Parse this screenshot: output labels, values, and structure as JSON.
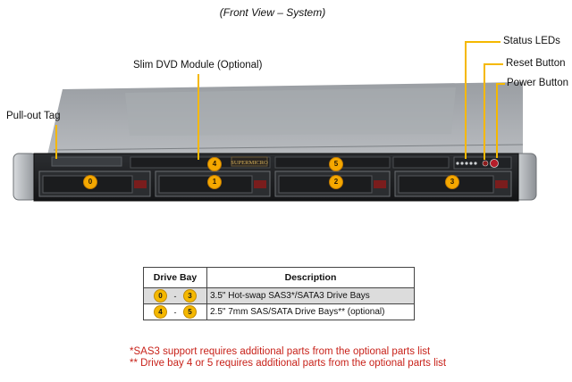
{
  "caption": "(Front View – System)",
  "callouts": {
    "status_leds": "Status LEDs",
    "reset_button": "Reset Button",
    "power_button": "Power Button",
    "slim_dvd": "Slim DVD Module (Optional)",
    "pullout_tag": "Pull-out Tag"
  },
  "server": {
    "brand": "SUPERMICRO",
    "bays": [
      "0",
      "1",
      "2",
      "3",
      "4",
      "5"
    ]
  },
  "legend": {
    "headers": [
      "Drive Bay",
      "Description"
    ],
    "rows": [
      {
        "from": "0",
        "sep": "-",
        "to": "3",
        "description": "3.5\" Hot-swap SAS3*/SATA3 Drive  Bays"
      },
      {
        "from": "4",
        "sep": "-",
        "to": "5",
        "description": "2.5\" 7mm SAS/SATA Drive  Bays** (optional)"
      }
    ]
  },
  "notes": [
    "*SAS3 support requires additional parts from the optional parts list",
    "** Drive bay 4 or 5 requires additional parts from the optional parts list"
  ],
  "colors": {
    "callout": "#f5b800",
    "note_text": "#c8221a"
  }
}
